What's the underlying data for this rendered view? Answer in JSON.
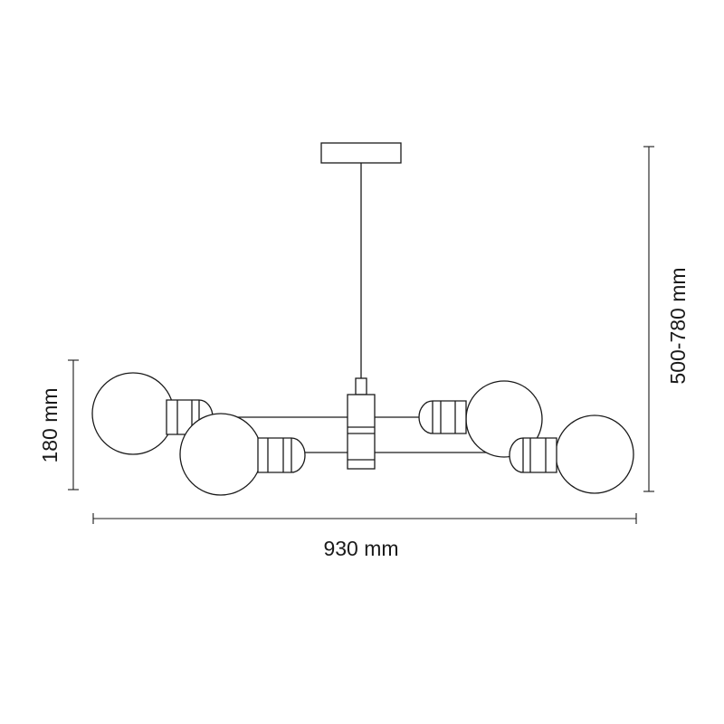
{
  "dimensions": {
    "width_label": "930 mm",
    "height_label": "500-780 mm",
    "bulb_height_label": "180 mm"
  },
  "colors": {
    "line": "#1a1a1a",
    "background": "#ffffff"
  }
}
